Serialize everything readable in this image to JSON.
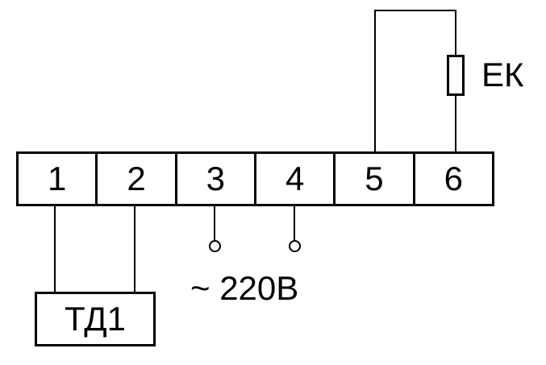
{
  "diagram": {
    "type": "wiring-connection-diagram",
    "terminals": [
      {
        "label": "1"
      },
      {
        "label": "2"
      },
      {
        "label": "3"
      },
      {
        "label": "4"
      },
      {
        "label": "5"
      },
      {
        "label": "6"
      }
    ],
    "device_label": "ТД1",
    "heater_label": "ЕК",
    "power_label": "~ 220В",
    "connections": [
      {
        "from": "1",
        "to": "ТД1"
      },
      {
        "from": "2",
        "to": "ТД1"
      },
      {
        "from": "3",
        "to": "~ 220В"
      },
      {
        "from": "4",
        "to": "~ 220В"
      },
      {
        "from": "5",
        "to": "ЕК"
      },
      {
        "from": "6",
        "to": "ЕК"
      }
    ],
    "colors": {
      "line": "#000000",
      "background": "#ffffff"
    }
  }
}
